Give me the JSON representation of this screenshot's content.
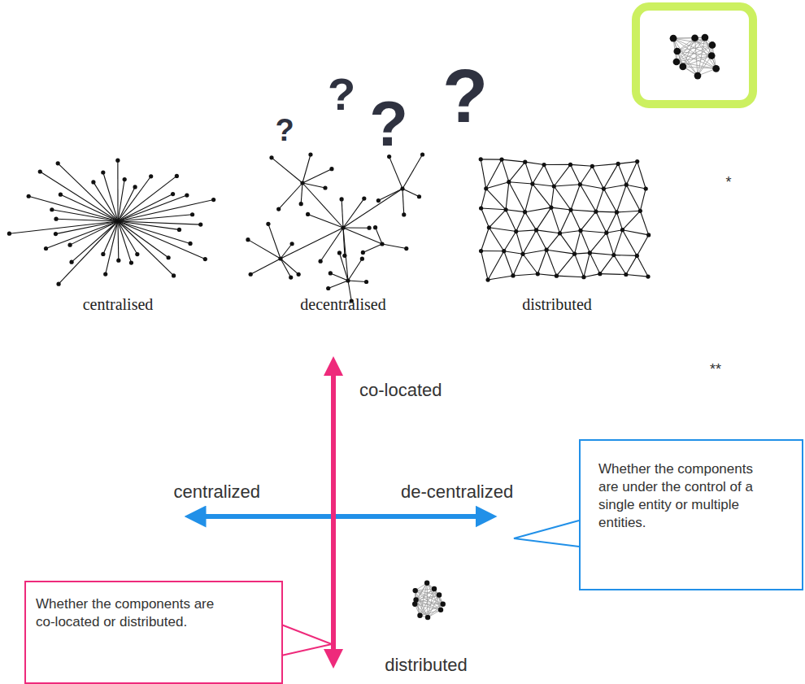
{
  "diagram": {
    "nodes": [
      {
        "text": [
          "Whether the components are under the control of a single entity or multiple entities."
        ]
      },
      {
        "text": [
          "Whether the components are co-located or distributed."
        ]
      }
    ],
    "labels": [
      "?",
      "?",
      "?",
      "?",
      "centralised",
      "decentralised",
      "distributed",
      "*",
      "**",
      "co-located",
      "centralized",
      "de-centralized",
      "distributed"
    ]
  }
}
